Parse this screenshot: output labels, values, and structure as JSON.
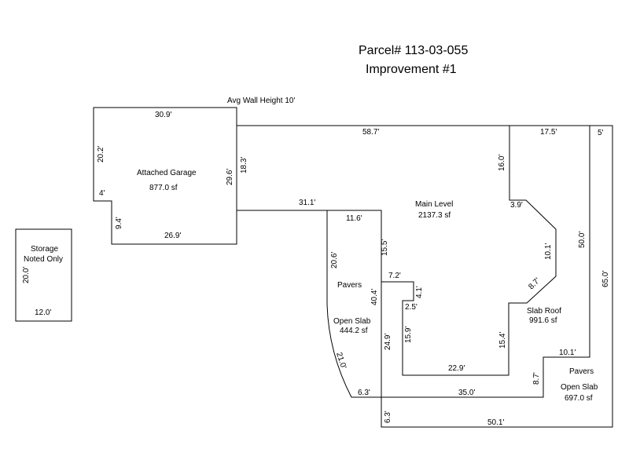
{
  "header": {
    "parcel": "Parcel# 113-03-055",
    "improvement": "Improvement #1",
    "avg_wall_height": "Avg Wall Height 10'"
  },
  "areas": {
    "garage_name": "Attached Garage",
    "garage_area": "877.0 sf",
    "main_name": "Main Level",
    "main_area": "2137.3 sf",
    "storage_name": "Storage",
    "storage_note": "Noted Only",
    "pavers_left": "Pavers",
    "open_slab_left": "Open Slab",
    "open_slab_left_area": "444.2 sf",
    "slab_roof": "Slab Roof",
    "slab_roof_area": "991.6 sf",
    "pavers_right": "Pavers",
    "open_slab_right": "Open Slab",
    "open_slab_right_area": "697.0 sf"
  },
  "dims": {
    "g_top": "30.9'",
    "g_left": "20.2'",
    "g_notch": "4'",
    "g_left_lower": "9.4'",
    "g_bottom": "26.9'",
    "g_right": "29.6'",
    "g_right_inner": "18.3'",
    "m_top": "58.7'",
    "m_top_right": "17.5'",
    "m_5": "5'",
    "m_16": "16.0'",
    "m_39": "3.9'",
    "m_101": "10.1'",
    "m_87_upper": "8.7'",
    "m_500": "50.0'",
    "m_650": "65.0'",
    "m_311": "31.1'",
    "m_116": "11.6'",
    "m_155": "15.5'",
    "m_206": "20.6'",
    "m_72": "7.2'",
    "m_404": "40.4'",
    "m_41": "4.1'",
    "m_25": "2.5'",
    "m_159": "15.9'",
    "m_249": "24.9'",
    "m_229": "22.9'",
    "m_154": "15.4'",
    "m_210": "21.0'",
    "m_63_h": "6.3'",
    "m_350": "35.0'",
    "m_87_lower": "8.7'",
    "m_101_lower": "10.1'",
    "m_63_v": "6.3'",
    "m_501": "50.1'",
    "s_side": "20.0'",
    "s_bottom": "12.0'"
  }
}
